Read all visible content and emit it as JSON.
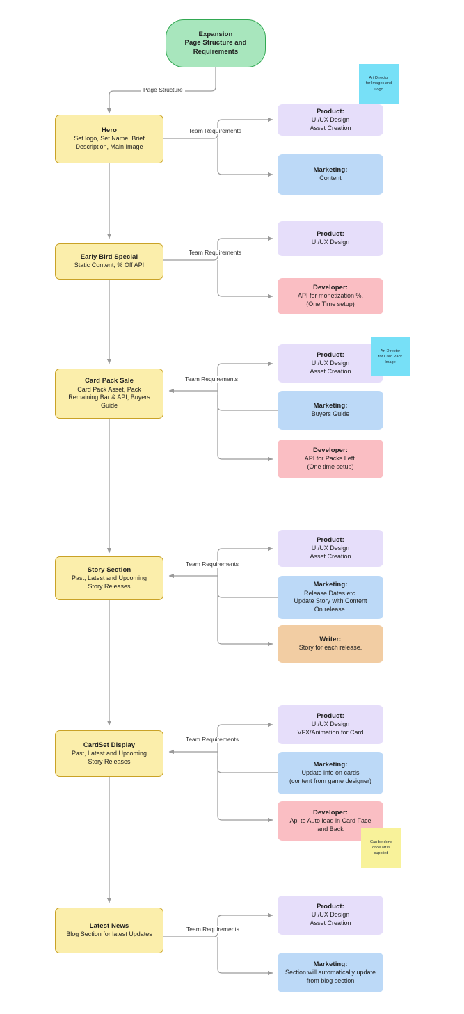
{
  "diagram": {
    "title": "Expansion Page Structure and Requirements",
    "type": "flowchart",
    "edge_labels": {
      "page_structure": "Page Structure",
      "team_requirements": "Team Requirements"
    },
    "colors": {
      "start_fill": "#a8e6bd",
      "start_stroke": "#32a852",
      "section_fill": "#fbeeab",
      "section_stroke": "#c9a227",
      "product_fill": "#e6defa",
      "marketing_fill": "#bcd9f7",
      "developer_fill": "#fabec3",
      "writer_fill": "#f2cda3",
      "note_blue": "#77e0f7",
      "note_yellow": "#f8f29a",
      "edge_stroke": "#999999"
    }
  },
  "start": {
    "line1": "Expansion",
    "line2": "Page Structure and",
    "line3": "Requirements"
  },
  "sections": [
    {
      "id": "hero",
      "title": "Hero",
      "sub1": "Set logo, Set Name, Brief",
      "sub2": "Description, Main Image",
      "sub3": "",
      "label": "Team Requirements",
      "teams": [
        {
          "role": "Product:",
          "d1": "UI/UX Design",
          "d2": "Asset Creation",
          "d3": "",
          "kind": "product"
        },
        {
          "role": "Marketing:",
          "d1": "Content",
          "d2": "",
          "d3": "",
          "kind": "marketing"
        }
      ]
    },
    {
      "id": "early-bird-special",
      "title": "Early Bird Special",
      "sub1": "Static Content, % Off API",
      "sub2": "",
      "sub3": "",
      "label": "Team Requirements",
      "teams": [
        {
          "role": "Product:",
          "d1": "UI/UX Design",
          "d2": "",
          "d3": "",
          "kind": "product"
        },
        {
          "role": "Developer:",
          "d1": "API for monetization %.",
          "d2": "(One Time setup)",
          "d3": "",
          "kind": "developer"
        }
      ]
    },
    {
      "id": "card-pack-sale",
      "title": "Card Pack Sale",
      "sub1": "Card Pack Asset, Pack",
      "sub2": "Remaining Bar & API, Buyers",
      "sub3": "Guide",
      "label": "Team Requirements",
      "teams": [
        {
          "role": "Product:",
          "d1": "UI/UX Design",
          "d2": "Asset Creation",
          "d3": "",
          "kind": "product"
        },
        {
          "role": "Marketing:",
          "d1": "Buyers Guide",
          "d2": "",
          "d3": "",
          "kind": "marketing"
        },
        {
          "role": "Developer:",
          "d1": "API for Packs Left.",
          "d2": "(One time setup)",
          "d3": "",
          "kind": "developer"
        }
      ]
    },
    {
      "id": "story-section",
      "title": "Story Section",
      "sub1": "Past, Latest and Upcoming",
      "sub2": "Story Releases",
      "sub3": "",
      "label": "Team Requirements",
      "teams": [
        {
          "role": "Product:",
          "d1": "UI/UX Design",
          "d2": "Asset Creation",
          "d3": "",
          "kind": "product"
        },
        {
          "role": "Marketing:",
          "d1": "Release Dates etc.",
          "d2": "Update Story with Content",
          "d3": "On release.",
          "kind": "marketing"
        },
        {
          "role": "Writer:",
          "d1": "Story for each release.",
          "d2": "",
          "d3": "",
          "kind": "writer"
        }
      ]
    },
    {
      "id": "cardset-display",
      "title": "CardSet Display",
      "sub1": "Past, Latest and Upcoming",
      "sub2": "Story Releases",
      "sub3": "",
      "label": "Team Requirements",
      "teams": [
        {
          "role": "Product:",
          "d1": "UI/UX Design",
          "d2": "VFX/Animation for Card",
          "d3": "",
          "kind": "product"
        },
        {
          "role": "Marketing:",
          "d1": "Update info on cards",
          "d2": "(content from game designer)",
          "d3": "",
          "kind": "marketing"
        },
        {
          "role": "Developer:",
          "d1": "Api to Auto load in Card Face",
          "d2": "and Back",
          "d3": "",
          "kind": "developer"
        }
      ]
    },
    {
      "id": "latest-news",
      "title": "Latest News",
      "sub1": "Blog Section for latest Updates",
      "sub2": "",
      "sub3": "",
      "label": "Team Requirements",
      "teams": [
        {
          "role": "Product:",
          "d1": "UI/UX Design",
          "d2": "Asset Creation",
          "d3": "",
          "kind": "product"
        },
        {
          "role": "Marketing:",
          "d1": "Section will automatically update",
          "d2": "from blog section",
          "d3": "",
          "kind": "marketing"
        }
      ]
    }
  ],
  "notes": [
    {
      "id": "art-director-images",
      "l1": "Art Director",
      "l2": "for Images and",
      "l3": "Logo",
      "color": "blue"
    },
    {
      "id": "art-director-card-pack",
      "l1": "Art Director",
      "l2": "for Card Pack",
      "l3": "Image",
      "color": "blue"
    },
    {
      "id": "art-supplied",
      "l1": "Can be done",
      "l2": "once art is",
      "l3": "supplied",
      "color": "yellow"
    }
  ]
}
